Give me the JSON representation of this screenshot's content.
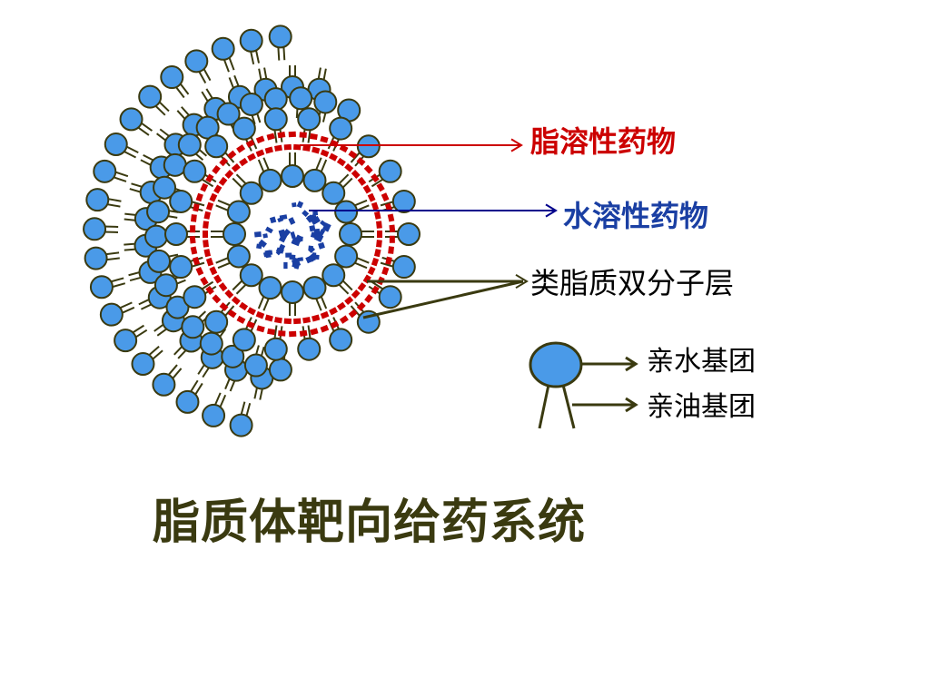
{
  "labels": {
    "lipophilic_drug": "脂溶性药物",
    "hydrophilic_drug": "水溶性药物",
    "lipid_bilayer": "类脂质双分子层",
    "hydrophilic_group": "亲水基团",
    "lipophilic_group": "亲油基团"
  },
  "title": "脂质体靶向给药系统",
  "icons": {
    "head": "phospholipid-head-icon",
    "tail": "phospholipid-tail-icon"
  },
  "colors": {
    "head_fill": "#4a9ae8",
    "outline": "#3a3a10",
    "lipophilic_drug": "#cc0000",
    "hydrophilic_drug": "#1a3fa3",
    "hydrophilic_label": "#1a3fa3",
    "lipophilic_label": "#cc0000",
    "text_dark": "#000000",
    "title": "#3a3a10",
    "arrow_red": "#cc0000",
    "arrow_blue": "#00008b",
    "arrow_dark": "#3a3a10"
  }
}
